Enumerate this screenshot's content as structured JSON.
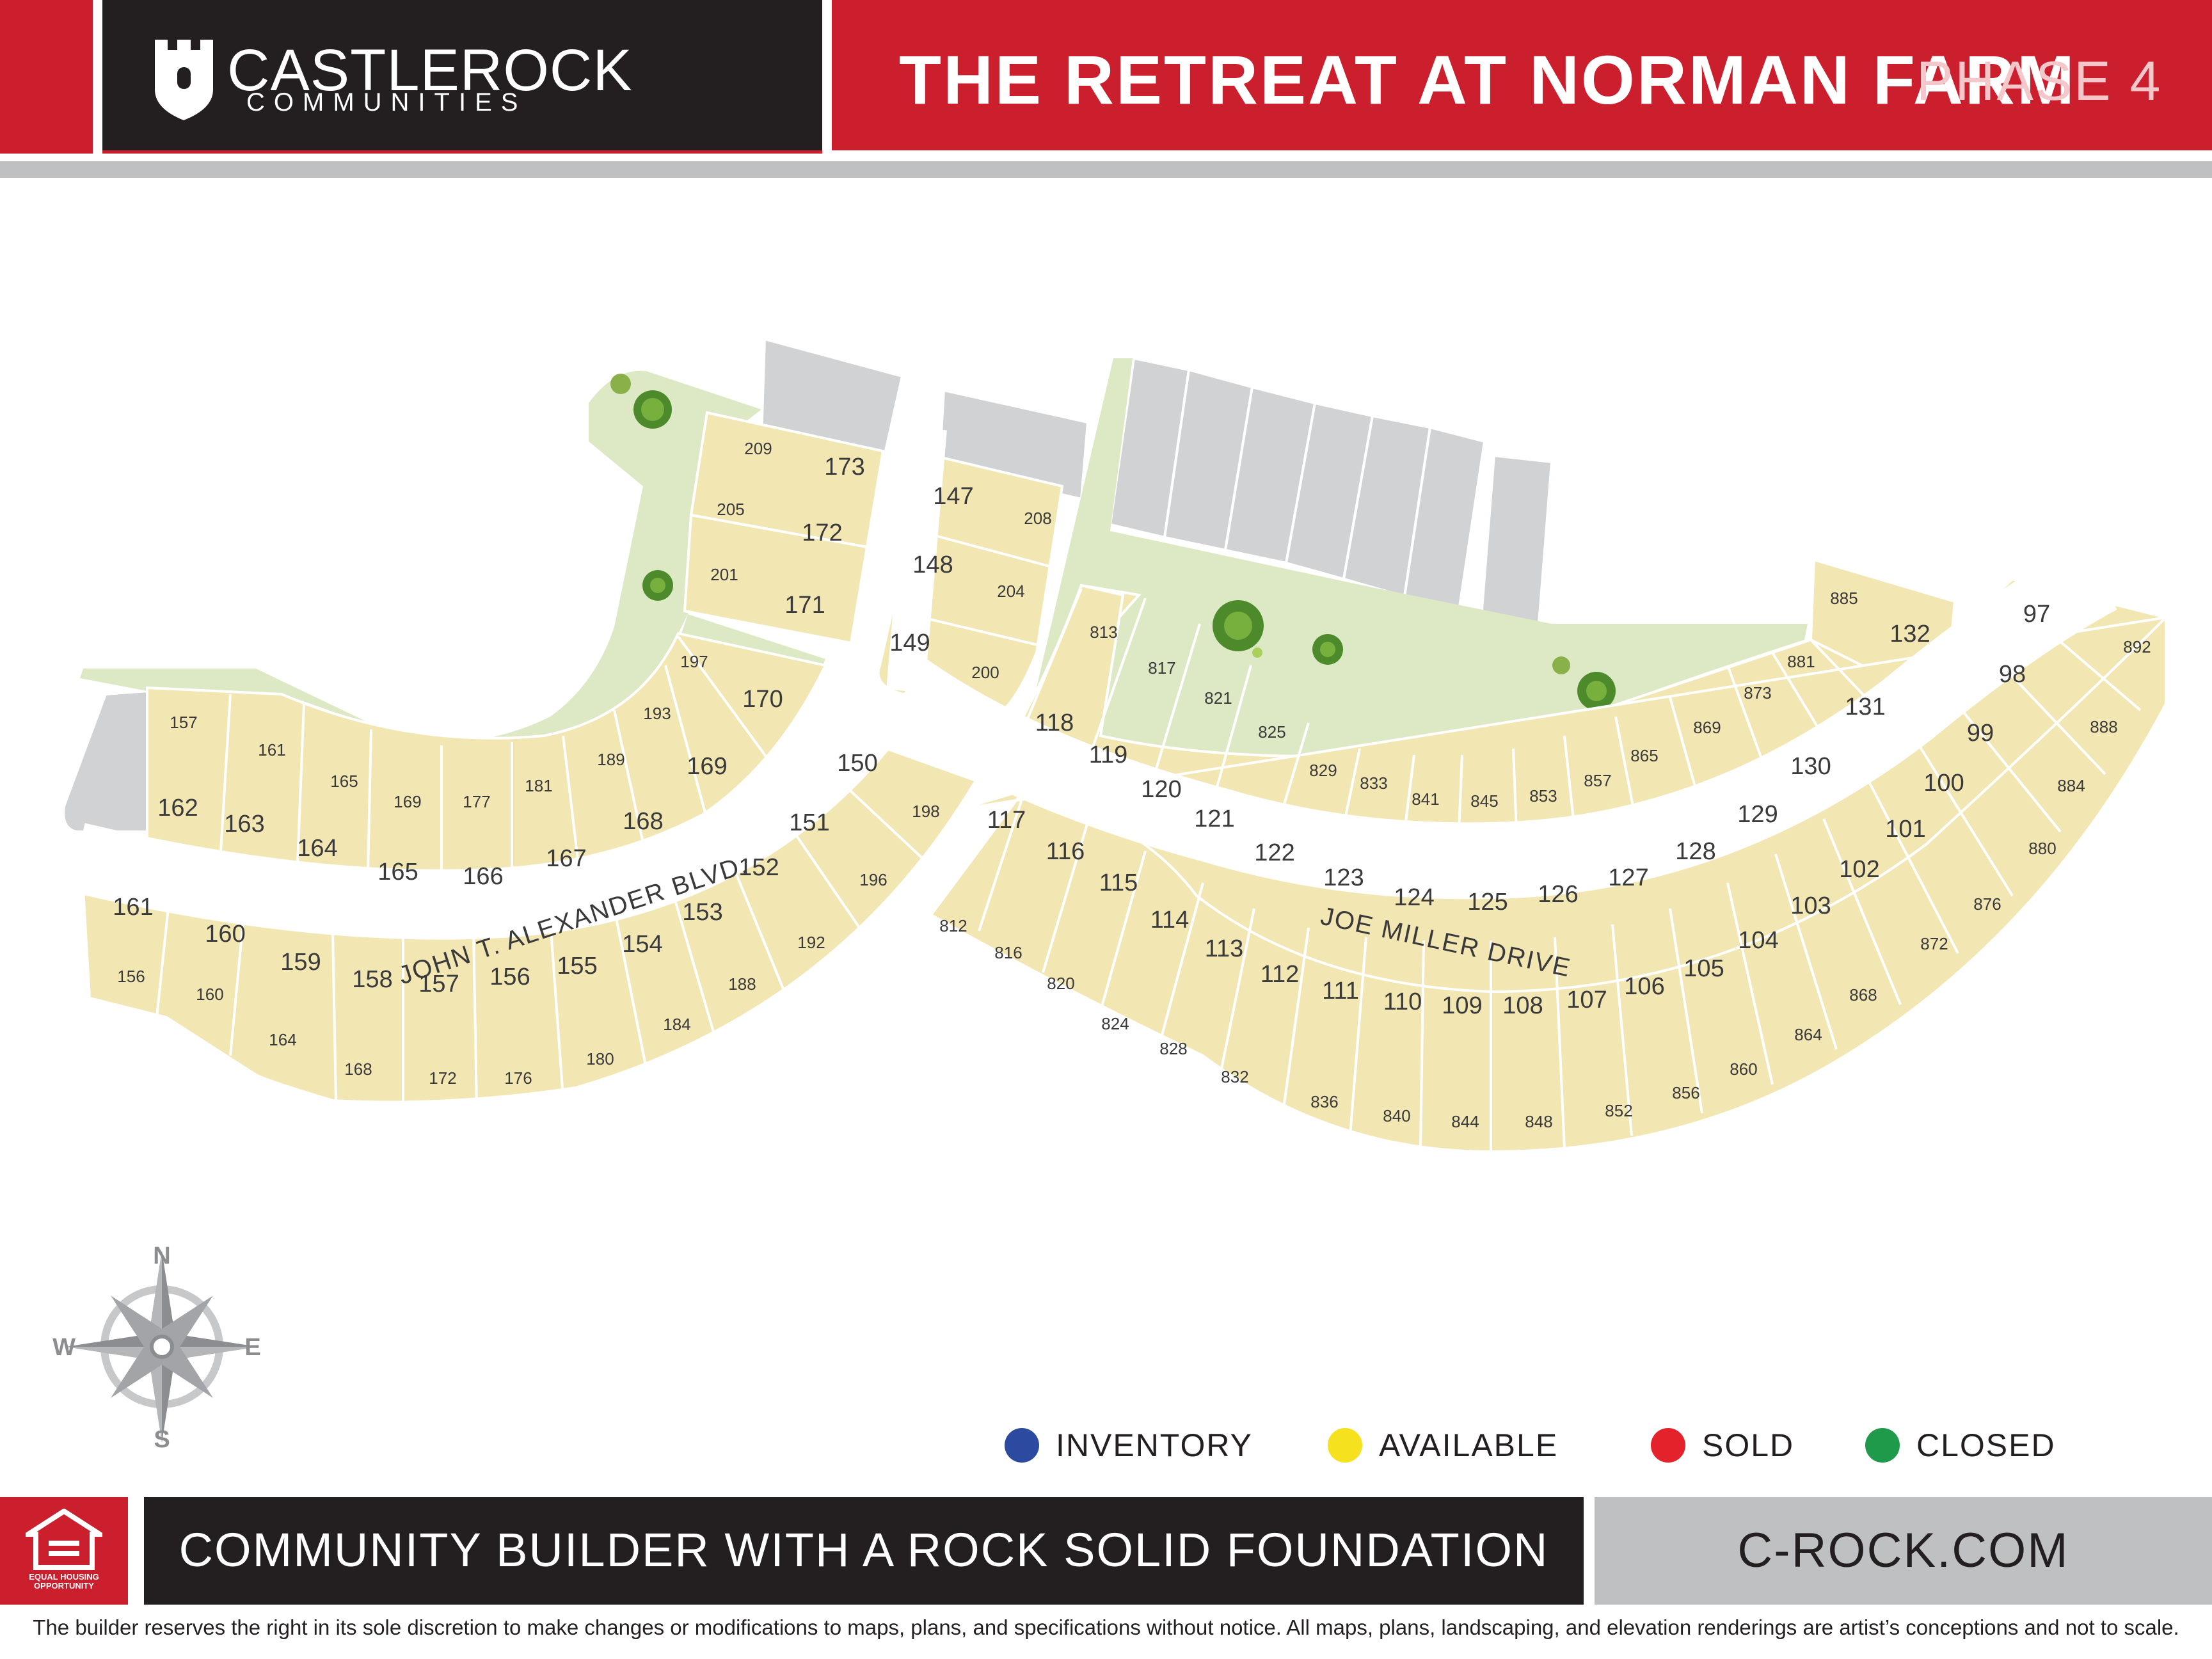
{
  "header": {
    "brand": "CASTLEROCK",
    "brand_sub": "COMMUNITIES",
    "title": "THE RETREAT AT NORMAN FARM",
    "phase": "PHASE 4"
  },
  "streets": {
    "road1": "JOHN T. ALEXANDER BLVD.",
    "road2": "JOE MILLER DRIVE"
  },
  "compass": {
    "n": "N",
    "s": "S",
    "e": "E",
    "w": "W"
  },
  "legend": [
    {
      "label": "INVENTORY",
      "color": "#2b4aa0"
    },
    {
      "label": "AVAILABLE",
      "color": "#f5e11d"
    },
    {
      "label": "SOLD",
      "color": "#e3222b"
    },
    {
      "label": "CLOSED",
      "color": "#1f9a4a"
    }
  ],
  "colors": {
    "lot": "#f2e6b3",
    "park": "#dde9c4",
    "existing": "#d1d2d4",
    "brand_red": "#cc1f2e"
  },
  "lots_west_upper": [
    {
      "lot": "173",
      "addr": "209"
    },
    {
      "lot": "172",
      "addr": "205"
    },
    {
      "lot": "171",
      "addr": "201"
    },
    {
      "lot": "170",
      "addr": "197"
    },
    {
      "lot": "169",
      "addr": "193"
    },
    {
      "lot": "168",
      "addr": "189"
    },
    {
      "lot": "167",
      "addr": "181"
    },
    {
      "lot": "166",
      "addr": "177"
    },
    {
      "lot": "165",
      "addr": "169"
    },
    {
      "lot": "164",
      "addr": "165"
    },
    {
      "lot": "163",
      "addr": "161"
    },
    {
      "lot": "162",
      "addr": "157"
    }
  ],
  "lots_west_lower": [
    {
      "lot": "161",
      "addr": "156"
    },
    {
      "lot": "160",
      "addr": "160"
    },
    {
      "lot": "159",
      "addr": "164"
    },
    {
      "lot": "158",
      "addr": "168"
    },
    {
      "lot": "157",
      "addr": "172"
    },
    {
      "lot": "156",
      "addr": "176"
    },
    {
      "lot": "155",
      "addr": "180"
    },
    {
      "lot": "154",
      "addr": "184"
    },
    {
      "lot": "153",
      "addr": "188"
    },
    {
      "lot": "152",
      "addr": "192"
    },
    {
      "lot": "151",
      "addr": "196"
    },
    {
      "lot": "150",
      "addr": "198"
    }
  ],
  "lots_middle": [
    {
      "lot": "147",
      "addr": "208"
    },
    {
      "lot": "148",
      "addr": "204"
    },
    {
      "lot": "149",
      "addr": "200"
    }
  ],
  "lots_east_upper": [
    {
      "lot": "118",
      "addr": "813"
    },
    {
      "lot": "119",
      "addr": "817"
    },
    {
      "lot": "120",
      "addr": "821"
    },
    {
      "lot": "121",
      "addr": "825"
    },
    {
      "lot": "122",
      "addr": "829"
    },
    {
      "lot": "123",
      "addr": "833"
    },
    {
      "lot": "124",
      "addr": "841"
    },
    {
      "lot": "125",
      "addr": "845"
    },
    {
      "lot": "126",
      "addr": "853"
    },
    {
      "lot": "127",
      "addr": "857"
    },
    {
      "lot": "128",
      "addr": "865"
    },
    {
      "lot": "129",
      "addr": "869"
    },
    {
      "lot": "130",
      "addr": "873"
    },
    {
      "lot": "131",
      "addr": "881"
    },
    {
      "lot": "132",
      "addr": "885"
    }
  ],
  "lots_east_lower": [
    {
      "lot": "117",
      "addr": "812"
    },
    {
      "lot": "116",
      "addr": "816"
    },
    {
      "lot": "115",
      "addr": "820"
    },
    {
      "lot": "114",
      "addr": "824"
    },
    {
      "lot": "113",
      "addr": "828"
    },
    {
      "lot": "112",
      "addr": "832"
    },
    {
      "lot": "111",
      "addr": "836"
    },
    {
      "lot": "110",
      "addr": "840"
    },
    {
      "lot": "109",
      "addr": "844"
    },
    {
      "lot": "108",
      "addr": "848"
    },
    {
      "lot": "107",
      "addr": "852"
    },
    {
      "lot": "106",
      "addr": "856"
    },
    {
      "lot": "105",
      "addr": "860"
    },
    {
      "lot": "104",
      "addr": "864"
    },
    {
      "lot": "103",
      "addr": "868"
    },
    {
      "lot": "102",
      "addr": "872"
    },
    {
      "lot": "101",
      "addr": "876"
    },
    {
      "lot": "100",
      "addr": "880"
    },
    {
      "lot": "99",
      "addr": "884"
    },
    {
      "lot": "98",
      "addr": "888"
    },
    {
      "lot": "97",
      "addr": "892"
    }
  ],
  "footer": {
    "tagline": "COMMUNITY BUILDER WITH A ROCK SOLID FOUNDATION",
    "url": "C-ROCK.COM",
    "eho": "EQUAL HOUSING\nOPPORTUNITY",
    "disclaimer": "The builder reserves the right in its sole discretion to make changes or modifications to maps, plans, and specifications without notice. All maps, plans, landscaping, and elevation renderings are artist’s conceptions and not to scale."
  }
}
